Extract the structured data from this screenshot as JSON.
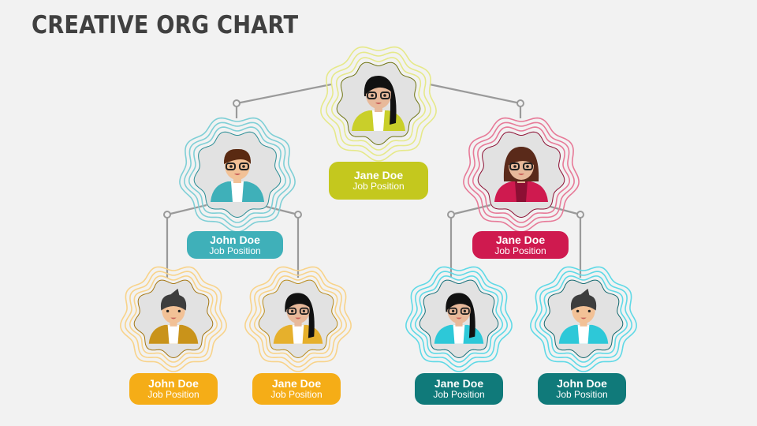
{
  "title": "CREATIVE ORG CHART",
  "nodes": [
    {
      "id": "top",
      "name": "Jane Doe",
      "position": "Job Position",
      "color": "#c4c81e",
      "ring": "#e6e98a",
      "gender": "female-ponytail",
      "outfit": "#c9cf2a",
      "outfit_dark": "#6e7410"
    },
    {
      "id": "left",
      "name": "John Doe",
      "position": "Job Position",
      "color": "#3fb0b9",
      "ring": "#7fcfd6",
      "gender": "male-glasses",
      "outfit": "#3fb0b9",
      "outfit_dark": "#2a8d95"
    },
    {
      "id": "right",
      "name": "Jane Doe",
      "position": "Job Position",
      "color": "#cf1a4f",
      "ring": "#e77a98",
      "gender": "female-bob",
      "outfit": "#cf1a4f",
      "outfit_dark": "#8c0f33"
    },
    {
      "id": "ll",
      "name": "John Doe",
      "position": "Job Position",
      "color": "#f5ad17",
      "ring": "#f8d38a",
      "gender": "male-spiky",
      "outfit": "#c9931a",
      "outfit_dark": "#a47612"
    },
    {
      "id": "lr",
      "name": "Jane Doe",
      "position": "Job Position",
      "color": "#f5ad17",
      "ring": "#f8d38a",
      "gender": "female-ponytail",
      "outfit": "#e6b02c",
      "outfit_dark": "#b88b1c"
    },
    {
      "id": "rl",
      "name": "Jane Doe",
      "position": "Job Position",
      "color": "#107a7a",
      "ring": "#5fd9e6",
      "gender": "female-ponytail",
      "outfit": "#2dc8d8",
      "outfit_dark": "#16707a"
    },
    {
      "id": "rr",
      "name": "John Doe",
      "position": "Job Position",
      "color": "#107a7a",
      "ring": "#5fd9e6",
      "gender": "male-spiky",
      "outfit": "#2dc8d8",
      "outfit_dark": "#13686e"
    }
  ],
  "connector_color": "#9a9a9a"
}
